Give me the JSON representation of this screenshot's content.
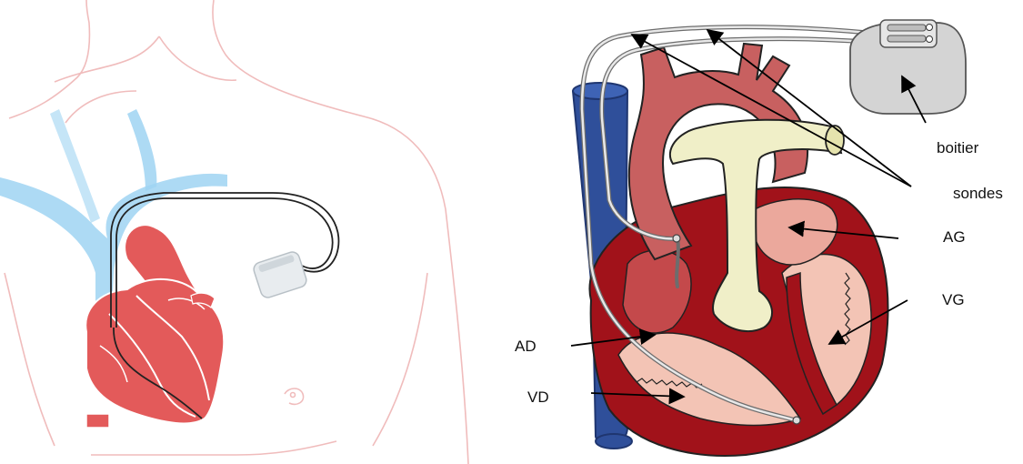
{
  "labels": {
    "boitier": "boitier",
    "sondes": "sondes",
    "ag": "AG",
    "vg": "VG",
    "ad": "AD",
    "vd": "VD"
  },
  "colors": {
    "vein": "#9fd3f2",
    "heart_red": "#e35a5a",
    "heart_dark_red": "#a1121a",
    "aorta": "#c86060",
    "pulmonary": "#f0efc8",
    "vena_cava": "#2f4f9a",
    "pacemaker": "#d4d4d4",
    "lead": "#9a9a9a",
    "body_outline": "#f0bcbc"
  },
  "icons": {
    "left_pacemaker": "pacemaker-device-icon",
    "right_pacemaker": "pacemaker-device-icon"
  }
}
